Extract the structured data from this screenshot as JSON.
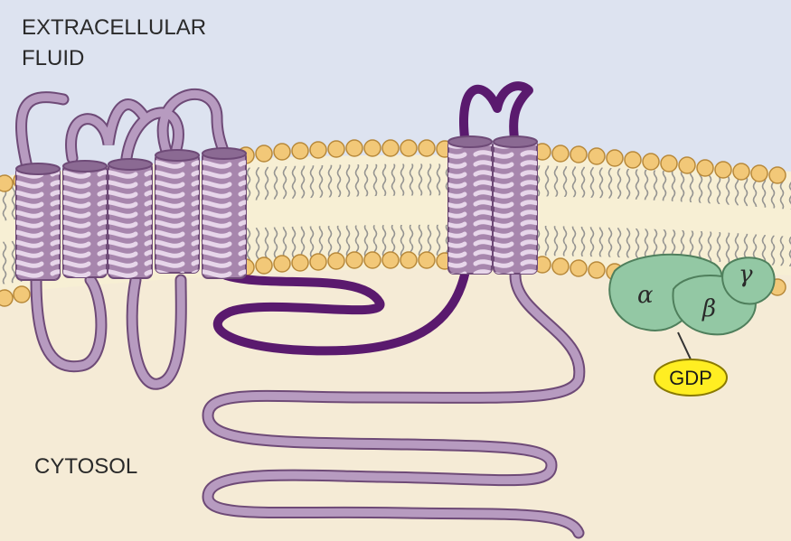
{
  "labels": {
    "extracellular_line1": "EXTRACELLULAR",
    "extracellular_line2": "FLUID",
    "cytosol": "CYTOSOL"
  },
  "g_protein": {
    "alpha": "α",
    "beta": "β",
    "gamma": "γ",
    "nucleotide": "GDP"
  },
  "colors": {
    "extracellular_bg": "#dde3f0",
    "cytosol_bg": "#f5ebd6",
    "membrane_core": "#f7efd4",
    "lipid_head": "#f2c878",
    "lipid_head_stroke": "#b8893a",
    "lipid_tail": "#8a8a8a",
    "helix_fill": "#a786ad",
    "helix_dark": "#6e4a77",
    "loop": "#b79bc0",
    "highlight_loop": "#5a1a6e",
    "g_protein": "#93c8a4",
    "g_protein_stroke": "#4f7f5c",
    "gdp_fill": "#ffee22"
  }
}
